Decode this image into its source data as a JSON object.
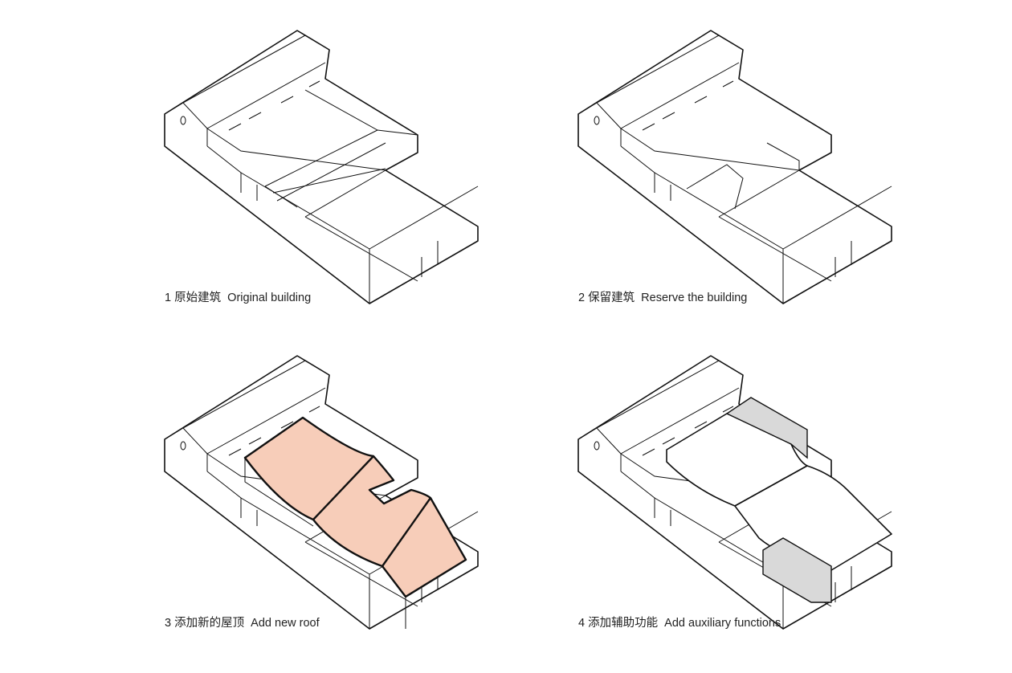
{
  "colors": {
    "line": "#111111",
    "new_roof": "#f7cdb9",
    "auxiliary": "#d9d9d9",
    "background": "#ffffff"
  },
  "panels": [
    {
      "number": "1",
      "caption_cn": "原始建筑",
      "caption_en": "Original building"
    },
    {
      "number": "2",
      "caption_cn": "保留建筑",
      "caption_en": "Reserve the building"
    },
    {
      "number": "3",
      "caption_cn": "添加新的屋顶",
      "caption_en": "Add new roof"
    },
    {
      "number": "4",
      "caption_cn": "添加辅助功能",
      "caption_en": "Add auxiliary functions"
    }
  ]
}
